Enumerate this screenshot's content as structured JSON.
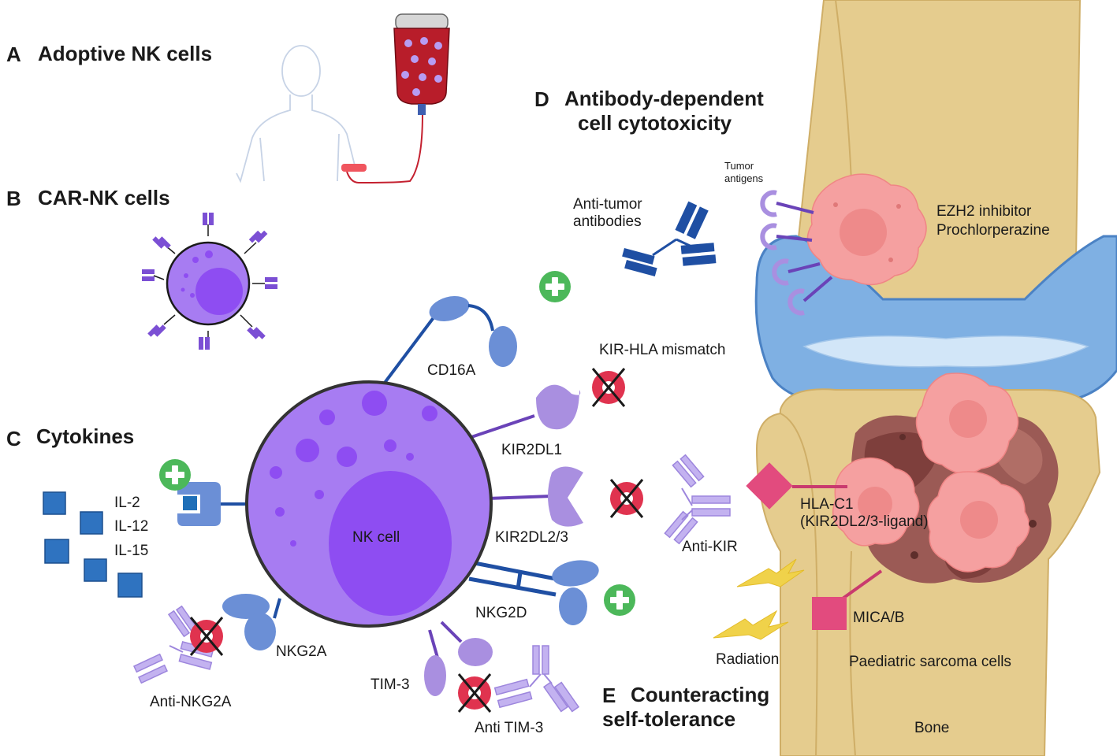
{
  "sections": {
    "a": {
      "letter": "A",
      "title": "Adoptive NK cells"
    },
    "b": {
      "letter": "B",
      "title": "CAR-NK cells"
    },
    "c": {
      "letter": "C",
      "title": "Cytokines"
    },
    "d": {
      "letter": "D",
      "title_line1": "Antibody-dependent",
      "title_line2": "cell cytotoxicity"
    },
    "e": {
      "letter": "E",
      "title_line1": "Counteracting",
      "title_line2": "self-tolerance"
    }
  },
  "labels": {
    "nk_cell": "NK cell",
    "cd16a": "CD16A",
    "kir2dl1": "KIR2DL1",
    "kir2dl23": "KIR2DL2/3",
    "nkg2d": "NKG2D",
    "nkg2a": "NKG2A",
    "tim3": "TIM-3",
    "anti_nkg2a": "Anti-NKG2A",
    "anti_tim3": "Anti TIM-3",
    "anti_kir": "Anti-KIR",
    "kir_hla_mismatch": "KIR-HLA mismatch",
    "il2": "IL-2",
    "il12": "IL-12",
    "il15": "IL-15",
    "tumor_antigens_1": "Tumor",
    "tumor_antigens_2": "antigens",
    "anti_tumor_1": "Anti-tumor",
    "anti_tumor_2": "antibodies",
    "ezh2": "EZH2 inhibitor",
    "prochlorperazine": "Prochlorperazine",
    "hla_c1_1": "HLA-C1",
    "hla_c1_2": "(KIR2DL2/3-ligand)",
    "mica_b": "MICA/B",
    "radiation": "Radiation",
    "sarcoma": "Paediatric sarcoma cells",
    "bone": "Bone"
  },
  "colors": {
    "bone": "#e5cc8e",
    "bone_outline": "#cfae67",
    "cartilage": "#6a9fd8",
    "nk_cell": "#a77cf2",
    "nucleus": "#8e4df2",
    "receptor_blue": "#6b8fd6",
    "receptor_lilac": "#a98fe0",
    "antibody_blue": "#1f4fa3",
    "antibody_lilac": "#c3b2f0",
    "plus_green": "#4cb85a",
    "block_red": "#e0334f",
    "tumor_pink": "#f5a0a0",
    "tumor_brown": "#9b5a55",
    "ligand_pink": "#e24b7e",
    "lightning": "#f0d24a",
    "blood_bag": "#b81d2a"
  },
  "icons": [
    "plus-icon",
    "block-icon",
    "lightning-icon",
    "antibody-icon",
    "human-silhouette-icon",
    "blood-bag-icon"
  ]
}
